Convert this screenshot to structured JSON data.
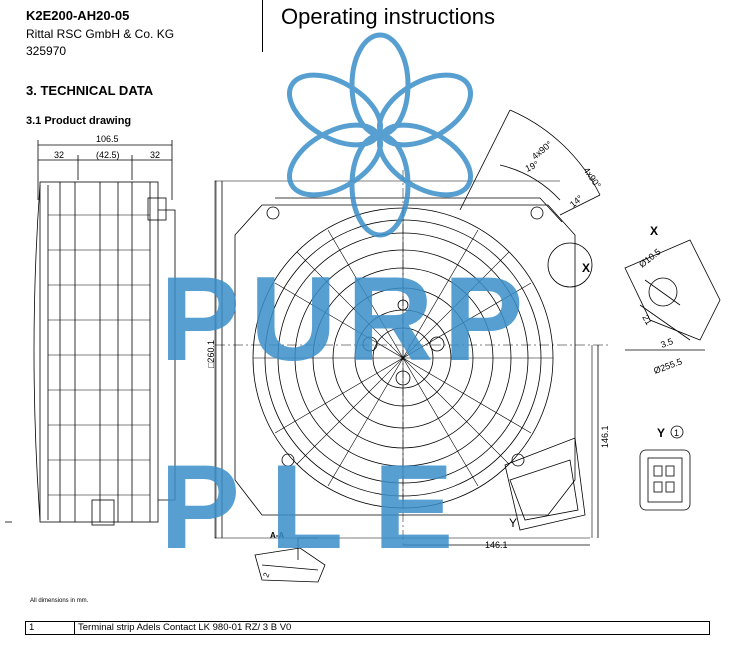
{
  "header": {
    "model": "K2E200-AH20-05",
    "company": "Rittal RSC GmbH & Co. KG",
    "part_number": "325970",
    "doc_title": "Operating instructions"
  },
  "section": {
    "title": "3. TECHNICAL DATA",
    "subtitle": "3.1 Product drawing"
  },
  "drawing": {
    "overall_width": "106.5",
    "left_dim": "32",
    "center_dim": "(42.5)",
    "right_dim": "32",
    "height_dim": "□260.1",
    "vertical_dim": "146.1",
    "horizontal_dim": "146.1",
    "angle_1": "4x90°",
    "angle_2": "19°",
    "angle_3": "4x90°",
    "angle_4": "14°",
    "detail_x_label": "X",
    "detail_x_marker": "X",
    "detail_x_diam1": "Ø10.5",
    "detail_x_dim_21": "21",
    "detail_x_dim_35": "3.5",
    "detail_x_diam2": "Ø255.5",
    "detail_y_label": "Y",
    "detail_y_circle": "1",
    "section_label": "A-A",
    "section_dim": "2",
    "view_y_marker": "Y"
  },
  "watermark": {
    "text_line1": "PURP",
    "text_line2": "PLE",
    "color": "#3a8fc9"
  },
  "footer": {
    "dims_note": "All dimensions in mm.",
    "parts": [
      {
        "pos": "1",
        "desc": "Terminal strip Adels Contact LK 980-01 RZ/ 3 B V0"
      }
    ]
  }
}
